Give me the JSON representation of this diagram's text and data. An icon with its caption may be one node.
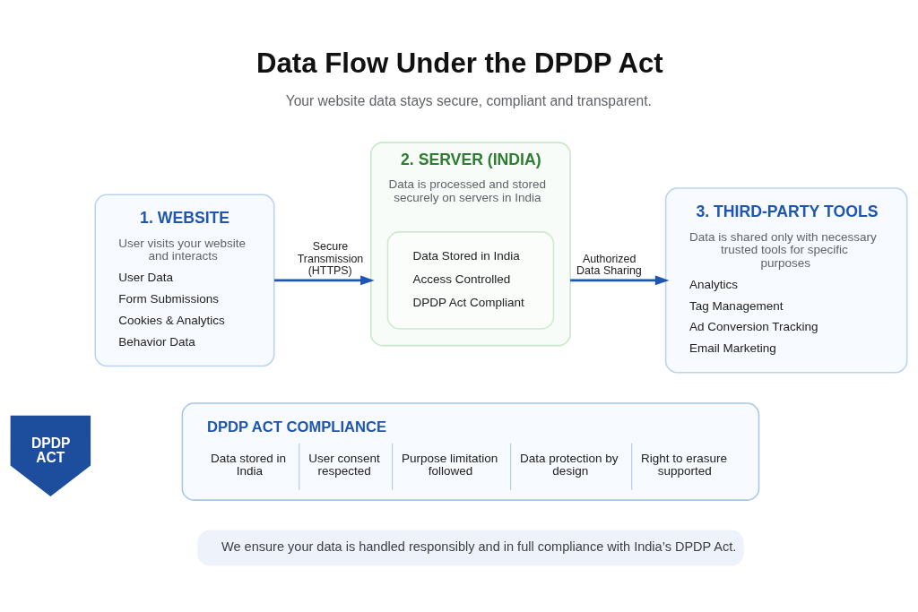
{
  "diagram": {
    "title": "Data Flow Under the DPDP Act",
    "nodes": [
      {
        "text": [
          "1. WEBSITE",
          "User visits your website and interacts",
          "User Data",
          "Form Submissions",
          "Cookies & Analytics",
          "Behavior Data"
        ]
      },
      {
        "text": [
          "2. SERVER (INDIA)",
          "Data is processed and stored securely on servers in India"
        ]
      },
      {
        "text": [
          "Data Stored in India",
          "Access Controlled",
          "DPDP Act Compliant"
        ],
        "in": 1
      },
      {
        "text": [
          "3. THIRD-PARTY TOOLS",
          "Data is shared only with necessary trusted tools for specific purposes",
          "Analytics",
          "Tag Management",
          "Ad Conversion Tracking",
          "Email Marketing"
        ]
      },
      {
        "text": [
          "DPDP ACT"
        ]
      },
      {
        "text": [
          "DPDP ACT COMPLIANCE",
          "Data stored in India",
          "User consent respected",
          "Purpose limitation followed",
          "Data protection by design",
          "Right to erasure supported"
        ]
      },
      {
        "text": [
          "We ensure your data is handled responsibly and in full compliance with India’s DPDP Act."
        ]
      }
    ],
    "edges": [
      {
        "from": 0,
        "to": 1,
        "arrow": "to",
        "label": "Secure Transmission (HTTPS)"
      },
      {
        "from": 1,
        "to": 3,
        "arrow": "to",
        "label": "Authorized Data Sharing"
      }
    ],
    "labels": [
      "Your website data stays secure, compliant and transparent."
    ]
  }
}
